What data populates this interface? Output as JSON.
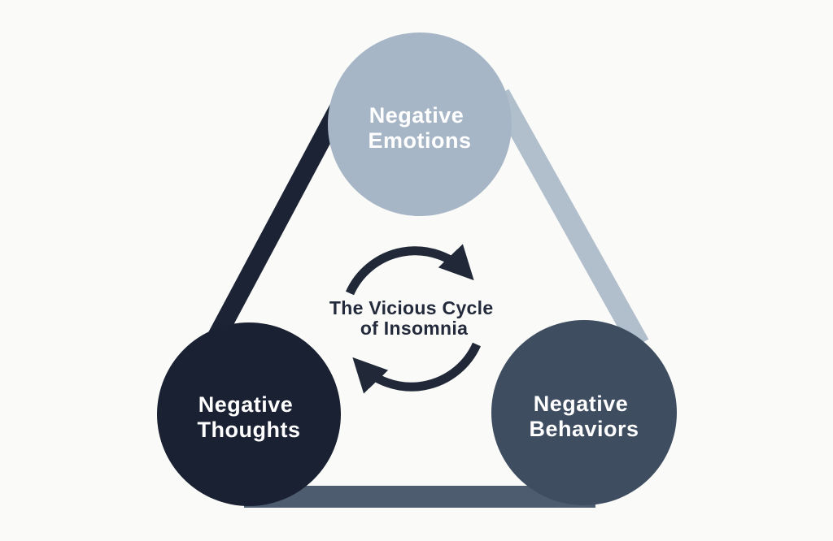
{
  "diagram": {
    "background_color": "#fafaf8",
    "title": {
      "line1": "The Vicious Cycle",
      "line2": "of Insomnia",
      "color": "#232a3b"
    },
    "nodes": {
      "emotions": {
        "label_line1": "Negative",
        "label_line2": "Emotions",
        "color": "#a7b6c6",
        "text_color": "#ffffff"
      },
      "thoughts": {
        "label_line1": "Negative",
        "label_line2": "Thoughts",
        "color": "#1a2132",
        "text_color": "#ffffff"
      },
      "behaviors": {
        "label_line1": "Negative",
        "label_line2": "Behaviors",
        "color": "#3e4d60",
        "text_color": "#ffffff"
      }
    },
    "edges": {
      "thoughts_to_emotions": {
        "color": "#1c2334"
      },
      "emotions_to_behaviors": {
        "color": "#b1becc"
      },
      "behaviors_to_thoughts": {
        "color": "#4d5c6f"
      }
    },
    "cycle_icon": {
      "name": "circular-arrows-clockwise",
      "color": "#212939",
      "direction": "clockwise"
    }
  }
}
